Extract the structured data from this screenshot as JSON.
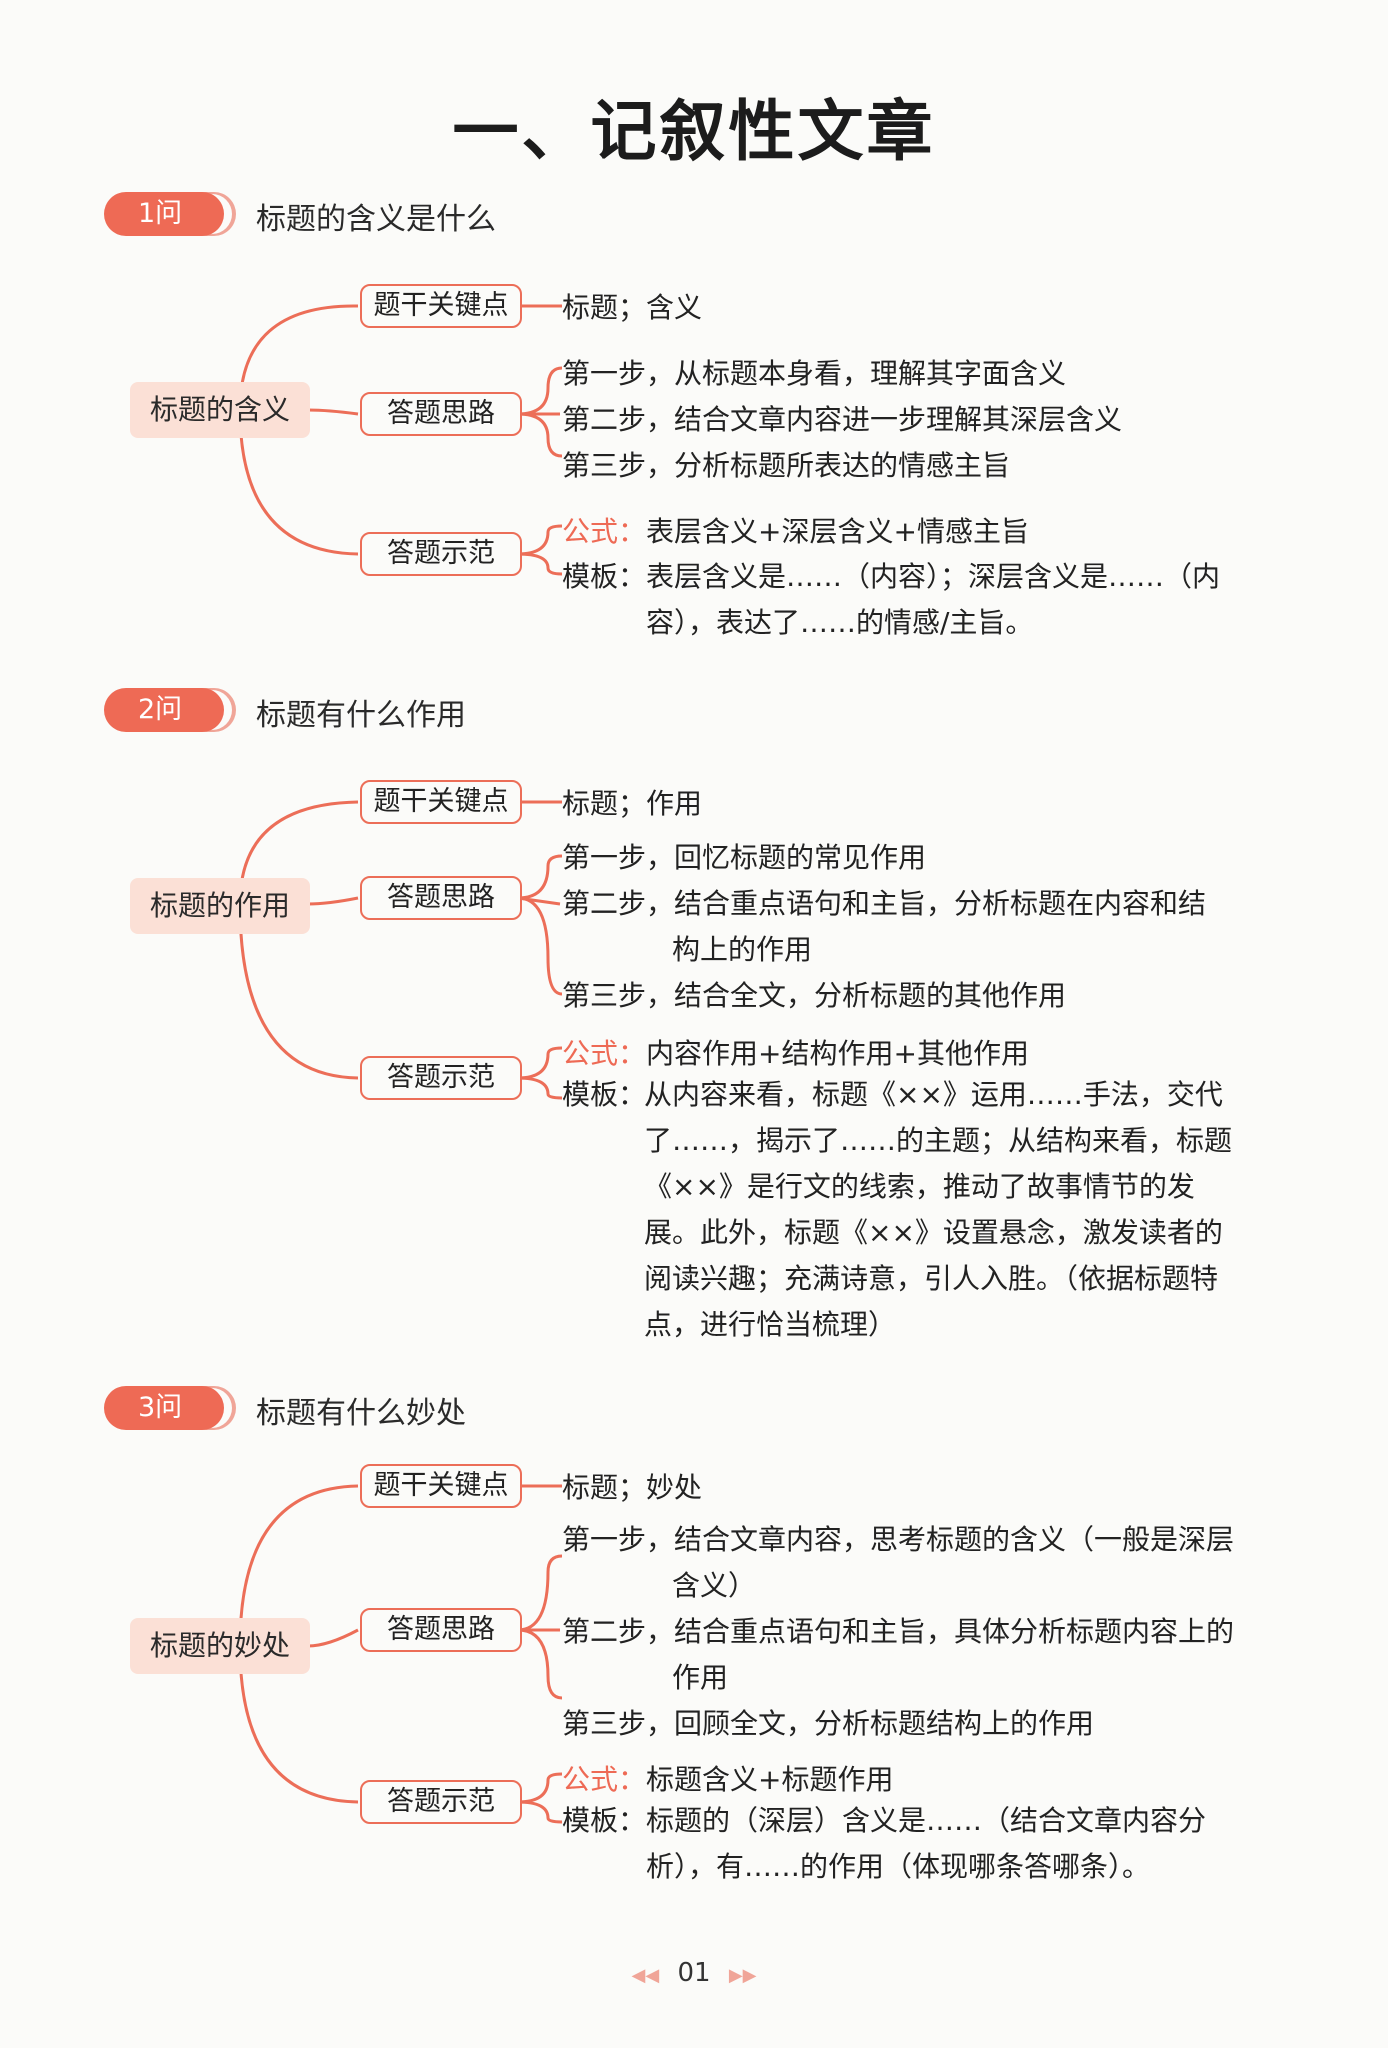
{
  "page_title": "一、记叙性文章",
  "sections": [
    {
      "badge": "1问",
      "question": "标题的含义是什么",
      "root": "标题的含义",
      "keypoint": {
        "node": "题干关键点",
        "text": "标题；含义"
      },
      "approach": {
        "node": "答题思路",
        "steps": [
          "第一步，从标题本身看，理解其字面含义",
          "第二步，结合文章内容进一步理解其深层含义",
          "第三步，分析标题所表达的情感主旨"
        ]
      },
      "example": {
        "node": "答题示范",
        "formula_label": "公式：",
        "formula": "表层含义+深层含义+情感主旨",
        "template_label": "模板：",
        "template": "表层含义是……（内容）；深层含义是……（内容），表达了……的情感/主旨。"
      }
    },
    {
      "badge": "2问",
      "question": "标题有什么作用",
      "root": "标题的作用",
      "keypoint": {
        "node": "题干关键点",
        "text": "标题；作用"
      },
      "approach": {
        "node": "答题思路",
        "steps": [
          "第一步，回忆标题的常见作用",
          "第二步，结合重点语句和主旨，分析标题在内容和结",
          "构上的作用",
          "第三步，结合全文，分析标题的其他作用"
        ]
      },
      "example": {
        "node": "答题示范",
        "formula_label": "公式：",
        "formula": "内容作用+结构作用+其他作用",
        "template_label": "模板：",
        "template": "从内容来看，标题《××》运用……手法，交代了……，揭示了……的主题；从结构来看，标题《××》是行文的线索，推动了故事情节的发展。此外，标题《××》设置悬念，激发读者的阅读兴趣；充满诗意，引人入胜。（依据标题特点，进行恰当梳理）"
      }
    },
    {
      "badge": "3问",
      "question": "标题有什么妙处",
      "root": "标题的妙处",
      "keypoint": {
        "node": "题干关键点",
        "text": "标题；妙处"
      },
      "approach": {
        "node": "答题思路",
        "steps": [
          "第一步，结合文章内容，思考标题的含义（一般是深层",
          "含义）",
          "第二步，结合重点语句和主旨，具体分析标题内容上的",
          "作用",
          "第三步，回顾全文，分析标题结构上的作用"
        ]
      },
      "example": {
        "node": "答题示范",
        "formula_label": "公式：",
        "formula": "标题含义+标题作用",
        "template_label": "模板：",
        "template": "标题的（深层）含义是……（结合文章内容分析），有……的作用（体现哪条答哪条）。"
      }
    }
  ],
  "page_number": "01",
  "colors": {
    "accent": "#ee6a55",
    "root_bg": "#fbe0d6",
    "badge_ring": "#f0a598"
  }
}
